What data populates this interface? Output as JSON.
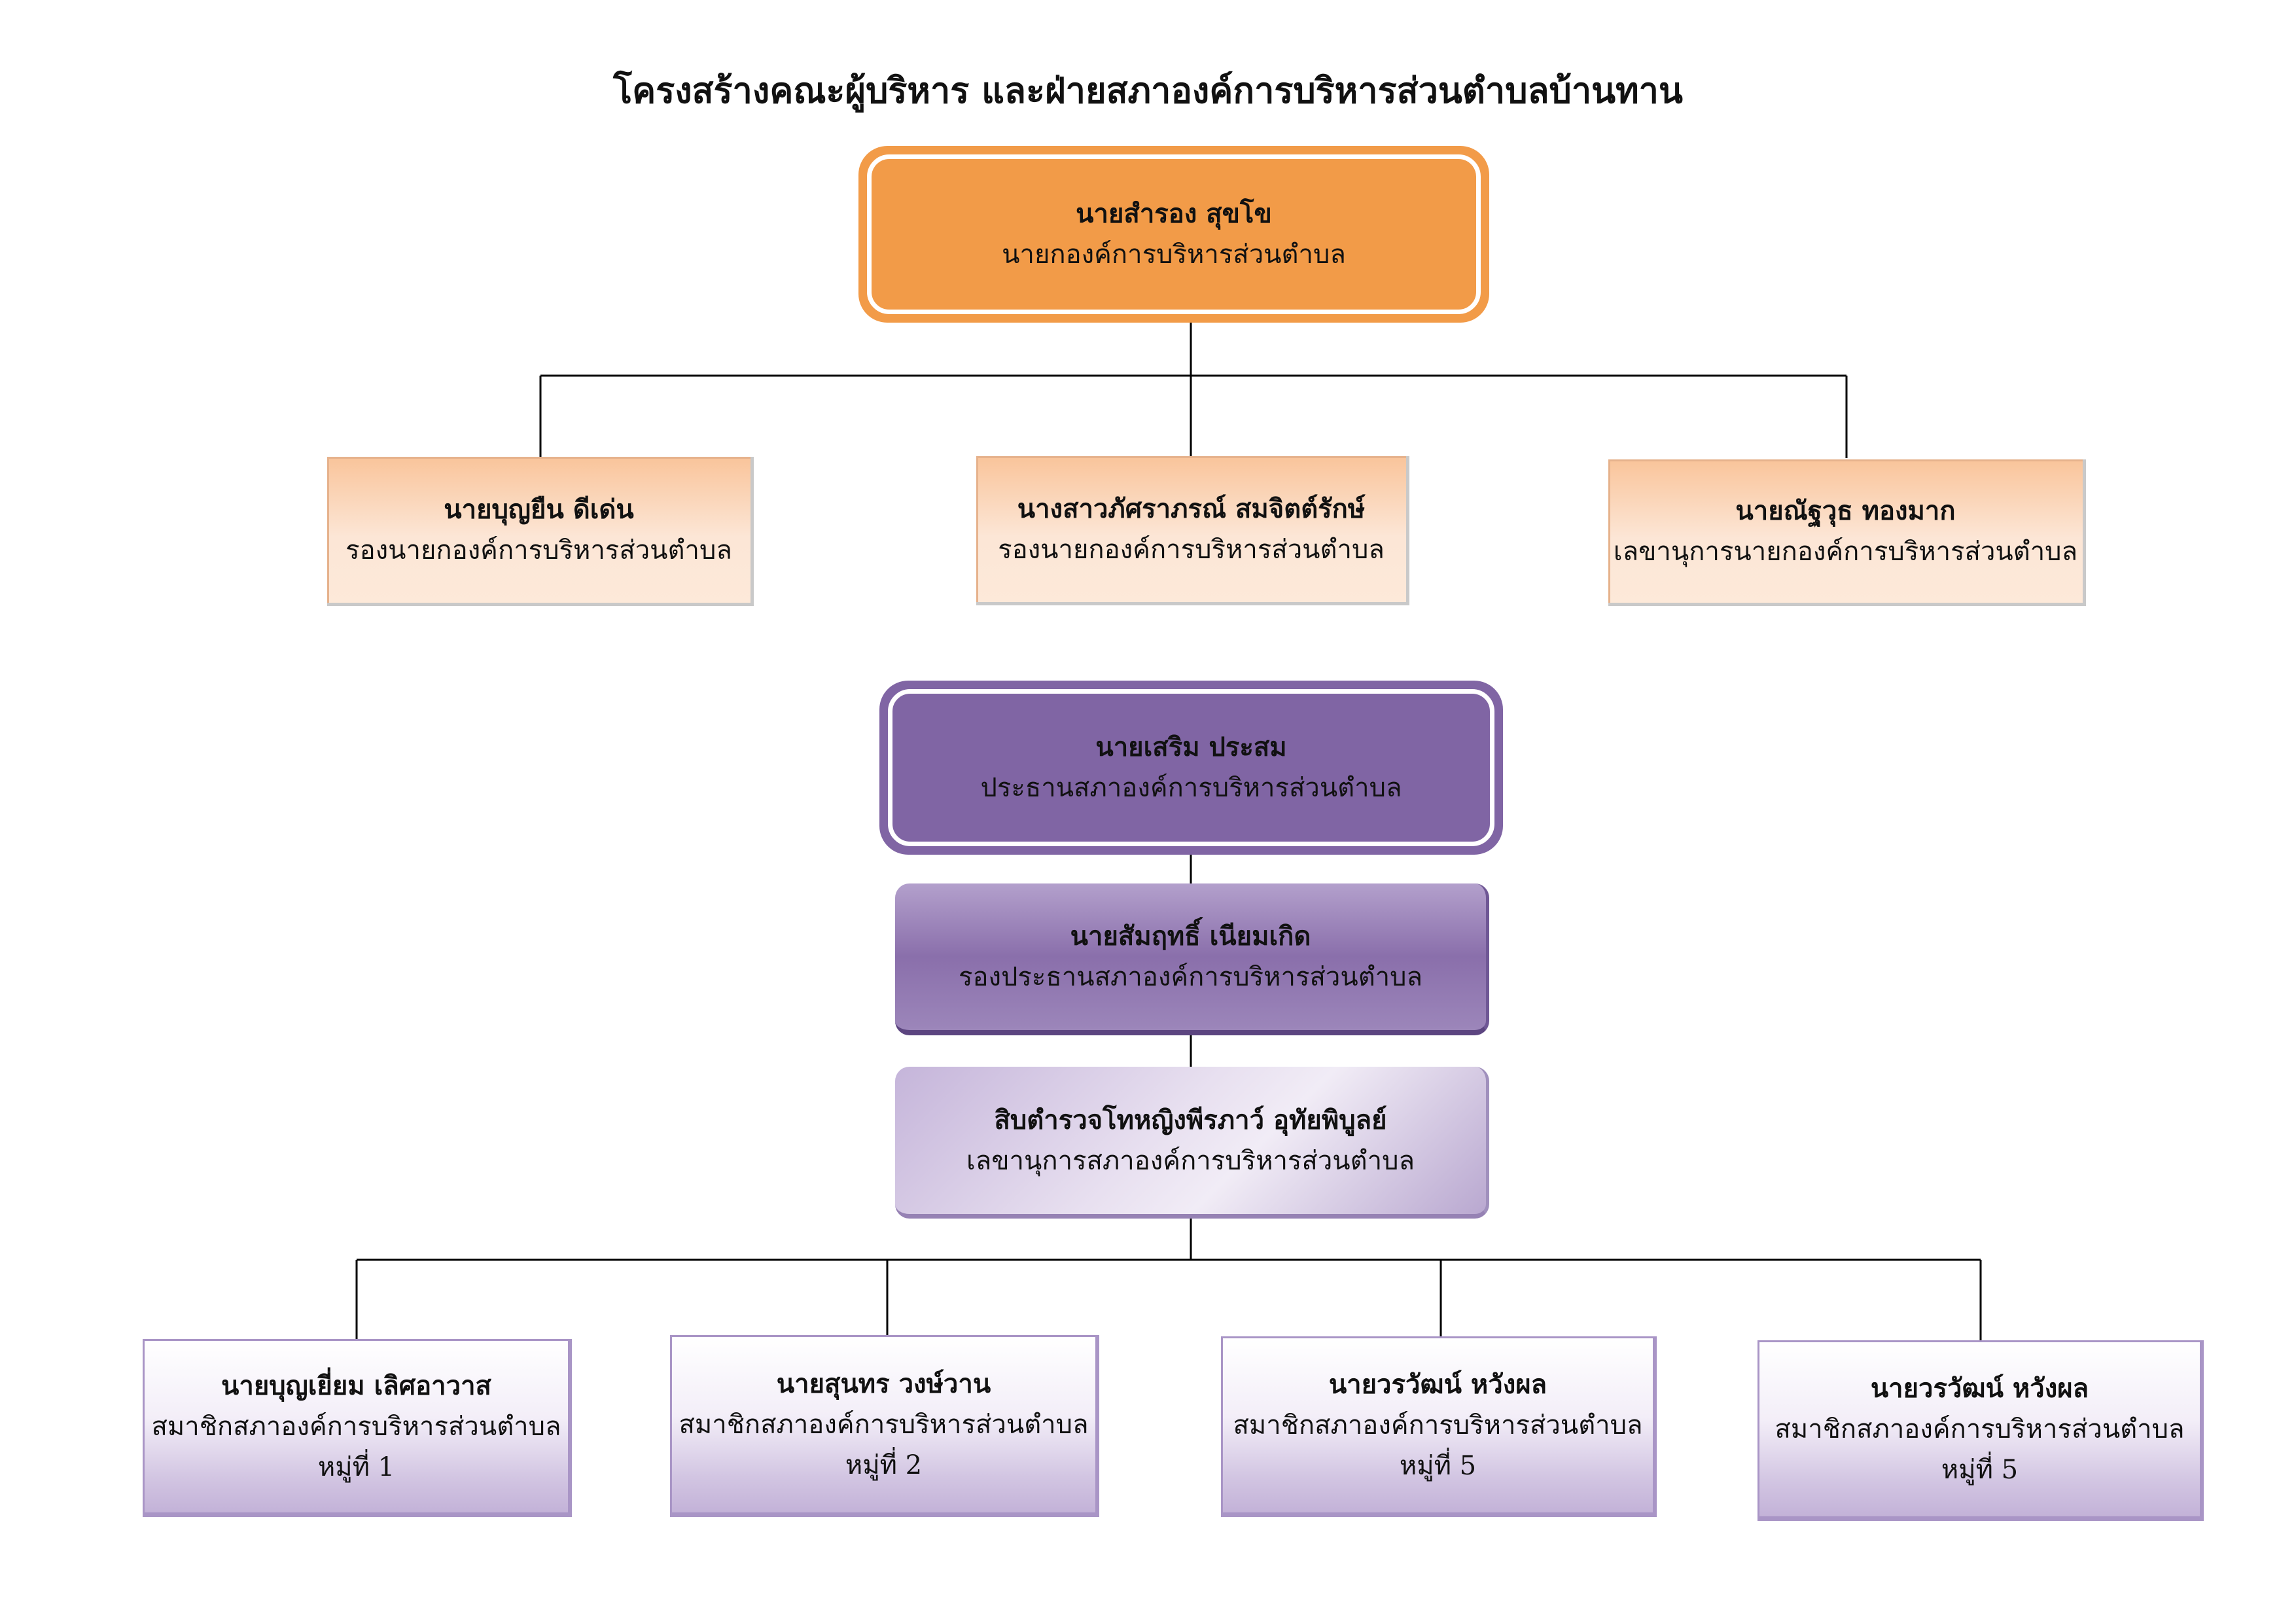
{
  "title": "โครงสร้างคณะผู้บริหาร และฝ่ายสภาองค์การบริหารส่วนตำบลบ้านทาน",
  "executives": {
    "mayor": {
      "name": "นายสำรอง สุขโข",
      "role": "นายกองค์การบริหารส่วนตำบล"
    },
    "deputies": [
      {
        "name": "นายบุญยืน ดีเด่น",
        "role": "รองนายกองค์การบริหารส่วนตำบล"
      },
      {
        "name": "นางสาวภัศราภรณ์ สมจิตต์รักษ์",
        "role": "รองนายกองค์การบริหารส่วนตำบล"
      },
      {
        "name": "นายณัฐวุธ ทองมาก",
        "role": "เลขานุการนายกองค์การบริหารส่วนตำบล"
      }
    ]
  },
  "council": {
    "chair": {
      "name": "นายเสริม ประสม",
      "role": "ประธานสภาองค์การบริหารส่วนตำบล"
    },
    "vice_chair": {
      "name": "นายสัมฤทธิ์ เนียมเกิด",
      "role": "รองประธานสภาองค์การบริหารส่วนตำบล"
    },
    "secretary": {
      "name": "สิบตำรวจโทหญิงพีรภาว์ อุทัยพิบูลย์",
      "role": "เลขานุการสภาองค์การบริหารส่วนตำบล"
    },
    "members": [
      {
        "name": "นายบุญเยี่ยม เลิศอาวาส",
        "role": "สมาชิกสภาองค์การบริหารส่วนตำบล",
        "village": "หมู่ที่ 1"
      },
      {
        "name": "นายสุนทร วงษ์วาน",
        "role": "สมาชิกสภาองค์การบริหารส่วนตำบล",
        "village": "หมู่ที่ 2"
      },
      {
        "name": "นายวรวัฒน์ หวังผล",
        "role": "สมาชิกสภาองค์การบริหารส่วนตำบล",
        "village": "หมู่ที่ 5"
      },
      {
        "name": "นายวรวัฒน์ หวังผล",
        "role": "สมาชิกสภาองค์การบริหารส่วนตำบล",
        "village": "หมู่ที่ 5"
      }
    ]
  },
  "colors": {
    "mayor": "#f29b48",
    "deputy": "#fde9d9",
    "chair": "#8065a4",
    "vice_chair": "#8a6fab",
    "secretary": "#e8e0f0",
    "member": "#d2c5e2"
  }
}
